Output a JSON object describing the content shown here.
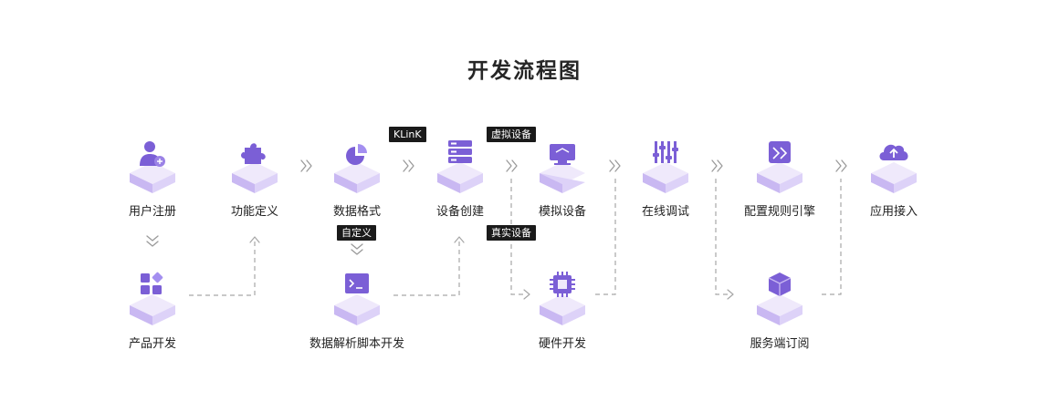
{
  "title": "开发流程图",
  "tags": {
    "klink": "KLinK",
    "virtual": "虚拟设备",
    "real": "真实设备",
    "custom": "自定义"
  },
  "nodes": {
    "user_register": "用户注册",
    "function_define": "功能定义",
    "data_format": "数据格式",
    "device_create": "设备创建",
    "simulate_device": "模拟设备",
    "online_debug": "在线调试",
    "config_rule": "配置规则引擎",
    "app_access": "应用接入",
    "product_dev": "产品开发",
    "parse_script": "数据解析脚本开发",
    "hardware_dev": "硬件开发",
    "server_subscribe": "服务端订阅"
  },
  "icons": {
    "user_register": "user-add-icon",
    "function_define": "puzzle-icon",
    "data_format": "pie-chart-icon",
    "device_create": "server-icon",
    "simulate_device": "monitor-icon",
    "online_debug": "sliders-icon",
    "config_rule": "rule-engine-icon",
    "app_access": "cloud-upload-icon",
    "product_dev": "app-blocks-icon",
    "parse_script": "terminal-icon",
    "hardware_dev": "chip-icon",
    "server_subscribe": "box-icon"
  },
  "colors": {
    "cube_top": "#efe9fb",
    "cube_left": "#c9b8f2",
    "cube_right": "#ddd2f8",
    "icon": "#7b5fd6",
    "line": "#a6a6a6"
  }
}
